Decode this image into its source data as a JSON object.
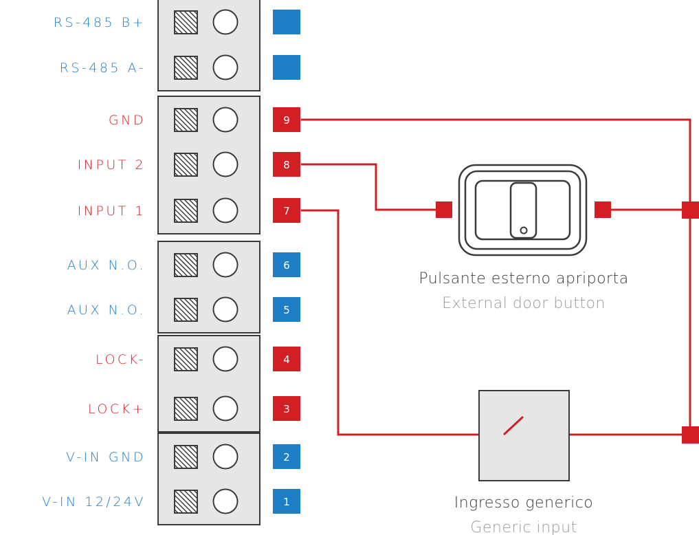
{
  "colors": {
    "red": "#d21f26",
    "blue": "#1d7ec6",
    "box_fill": "#e6e6e6",
    "outline": "#3a3a3a",
    "caption_main": "#3a3a3a",
    "caption_sub": "#9a9a9a"
  },
  "terminals": [
    {
      "label": "RS-485 B+",
      "number": "",
      "color": "blue"
    },
    {
      "label": "RS-485 A-",
      "number": "",
      "color": "blue"
    },
    {
      "label": "GND",
      "number": "9",
      "color": "red"
    },
    {
      "label": "INPUT 2",
      "number": "8",
      "color": "red"
    },
    {
      "label": "INPUT 1",
      "number": "7",
      "color": "red"
    },
    {
      "label": "AUX N.O.",
      "number": "6",
      "color": "blue"
    },
    {
      "label": "AUX N.O.",
      "number": "5",
      "color": "blue"
    },
    {
      "label": "LOCK-",
      "number": "4",
      "color": "red"
    },
    {
      "label": "LOCK+",
      "number": "3",
      "color": "red"
    },
    {
      "label": "V-IN GND",
      "number": "2",
      "color": "blue"
    },
    {
      "label": "V-IN 12/24V",
      "number": "1",
      "color": "blue"
    }
  ],
  "door_button": {
    "caption_it": "Pulsante esterno apriporta",
    "caption_en": "External door button"
  },
  "generic_input": {
    "caption_it": "Ingresso generico",
    "caption_en": "Generic input"
  }
}
